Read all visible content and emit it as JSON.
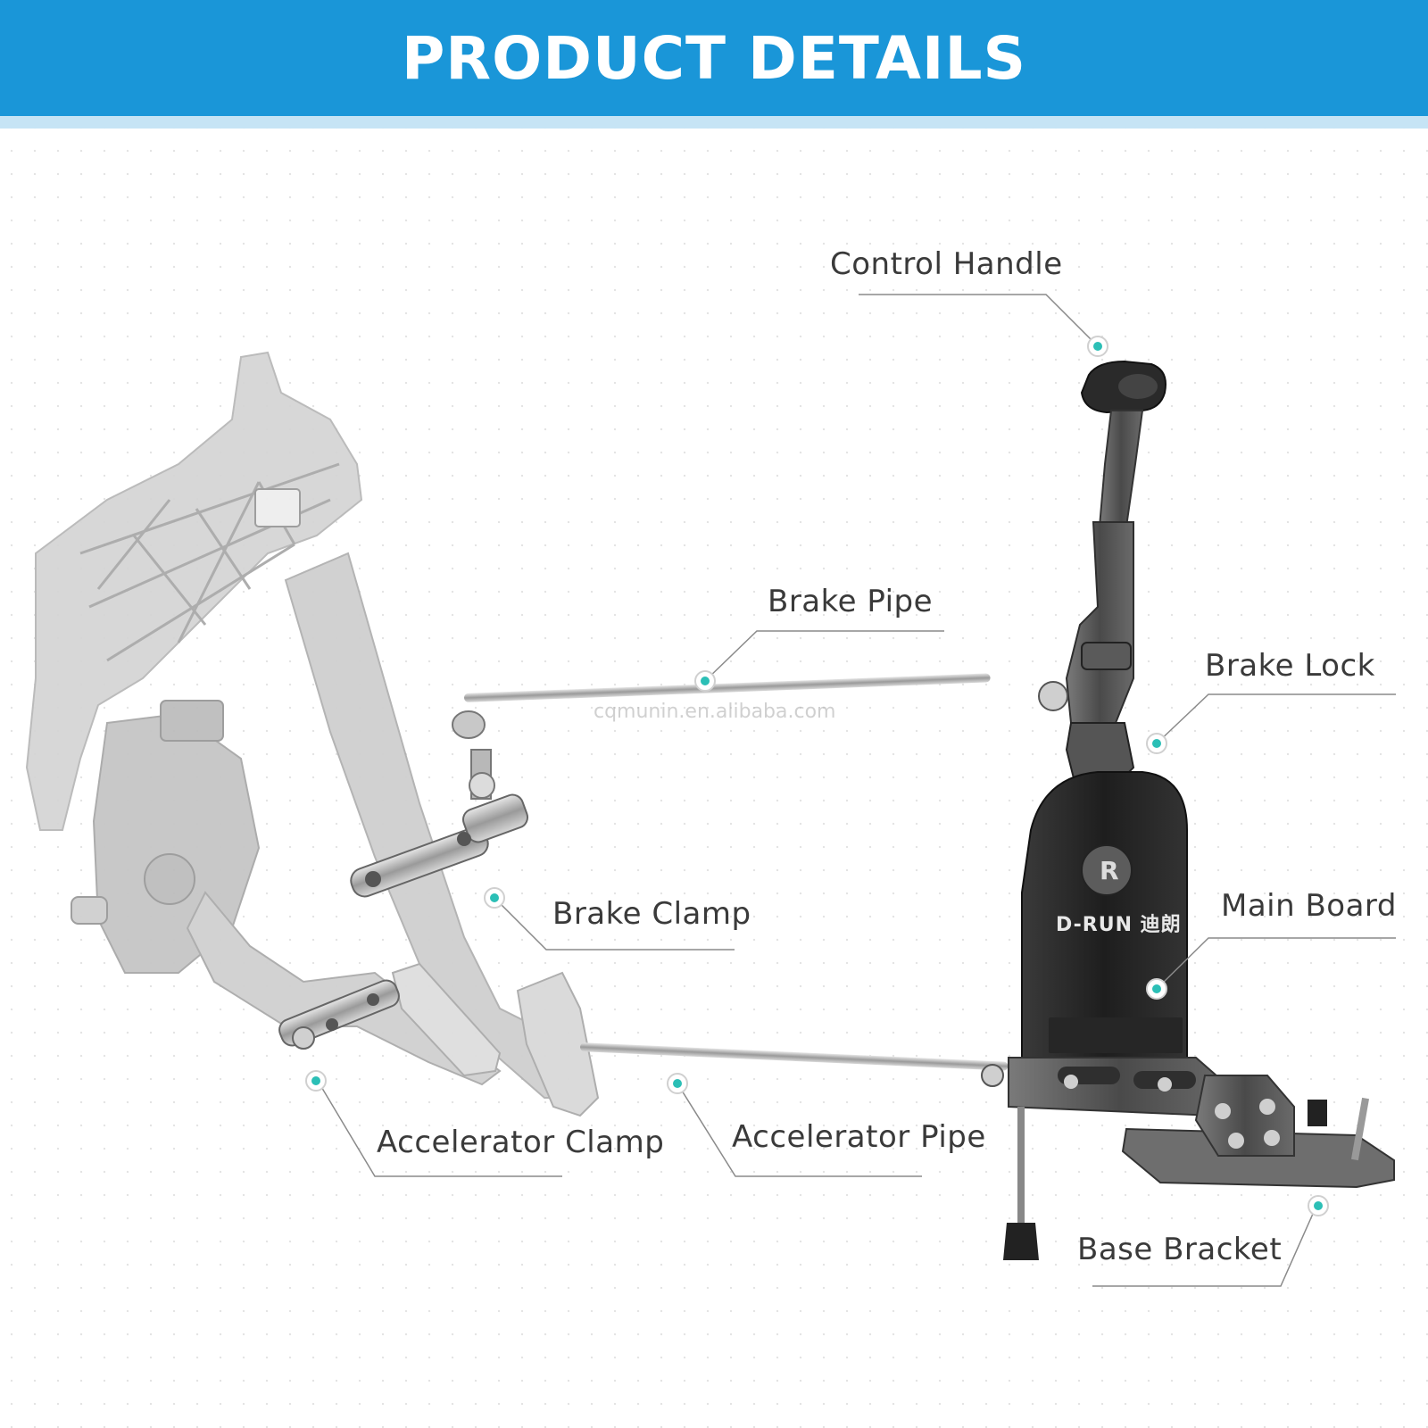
{
  "header": {
    "title": "PRODUCT DETAILS",
    "bg_color": "#1a96d8",
    "strip_color": "#c6e4f5"
  },
  "device": {
    "brand": "D-RUN 迪朗"
  },
  "watermark": "cqmunin.en.alibaba.com",
  "callouts": {
    "control_handle": "Control Handle",
    "brake_pipe": "Brake Pipe",
    "brake_lock": "Brake Lock",
    "brake_clamp": "Brake Clamp",
    "main_board": "Main Board",
    "accelerator_clamp": "Accelerator Clamp",
    "accelerator_pipe": "Accelerator Pipe",
    "base_bracket": "Base Bracket"
  },
  "colors": {
    "callout_dot": "#2bbfb6",
    "callout_line": "#8a8a8a",
    "pedal_gray": "#d3d3d3",
    "device_dark": "#2b2b2b"
  }
}
